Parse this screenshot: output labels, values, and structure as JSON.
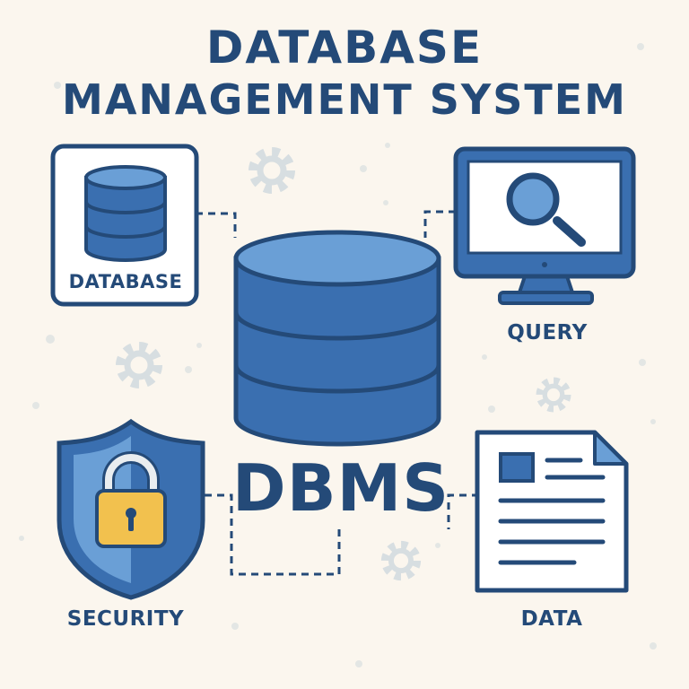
{
  "title": {
    "line1": "DATABASE",
    "line2": "MANAGEMENT SYSTEM"
  },
  "center": {
    "label": "DBMS",
    "icon": "database-cylinder-icon"
  },
  "nodes": {
    "database": {
      "label": "DATABASE",
      "icon": "database-icon"
    },
    "query": {
      "label": "QUERY",
      "icon": "monitor-search-icon"
    },
    "security": {
      "label": "SECURITY",
      "icon": "shield-lock-icon"
    },
    "data": {
      "label": "DATA",
      "icon": "document-icon"
    }
  },
  "colors": {
    "background": "#fbf6ee",
    "primary": "#3a6fb0",
    "light": "#6a9fd6",
    "outline": "#244a78",
    "lock": "#f2c14e",
    "gear": "#d7dee1"
  }
}
